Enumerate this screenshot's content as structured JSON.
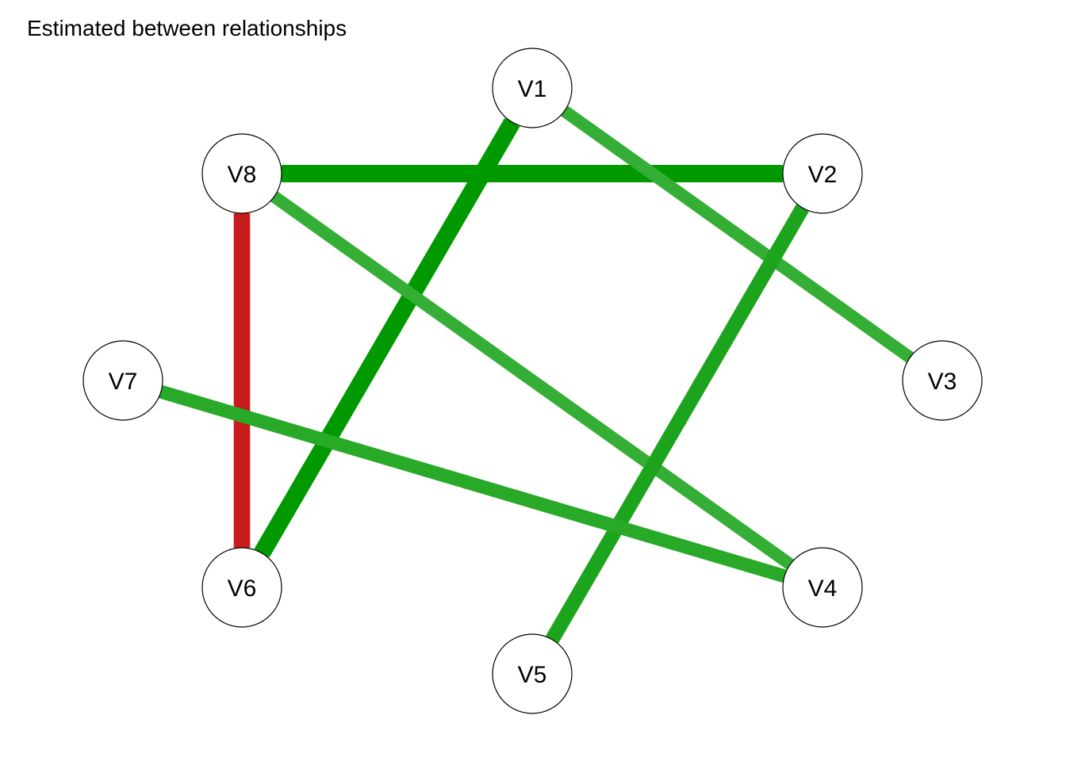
{
  "title": "Estimated between relationships",
  "nodes": [
    {
      "id": "V1",
      "label": "V1"
    },
    {
      "id": "V2",
      "label": "V2"
    },
    {
      "id": "V3",
      "label": "V3"
    },
    {
      "id": "V4",
      "label": "V4"
    },
    {
      "id": "V5",
      "label": "V5"
    },
    {
      "id": "V6",
      "label": "V6"
    },
    {
      "id": "V7",
      "label": "V7"
    },
    {
      "id": "V8",
      "label": "V8"
    }
  ],
  "edges": [
    {
      "from": "V8",
      "to": "V6",
      "sign": "negative",
      "strength": 0.9
    },
    {
      "from": "V8",
      "to": "V2",
      "sign": "positive",
      "strength": 1.0
    },
    {
      "from": "V1",
      "to": "V6",
      "sign": "positive",
      "strength": 1.0
    },
    {
      "from": "V1",
      "to": "V3",
      "sign": "positive",
      "strength": 0.55
    },
    {
      "from": "V8",
      "to": "V4",
      "sign": "positive",
      "strength": 0.55
    },
    {
      "from": "V2",
      "to": "V5",
      "sign": "positive",
      "strength": 0.75
    },
    {
      "from": "V7",
      "to": "V4",
      "sign": "positive",
      "strength": 0.65
    }
  ],
  "colors": {
    "positive": "#009900",
    "negative": "#c81c1c",
    "node_fill": "#ffffff",
    "node_stroke": "#000000"
  }
}
